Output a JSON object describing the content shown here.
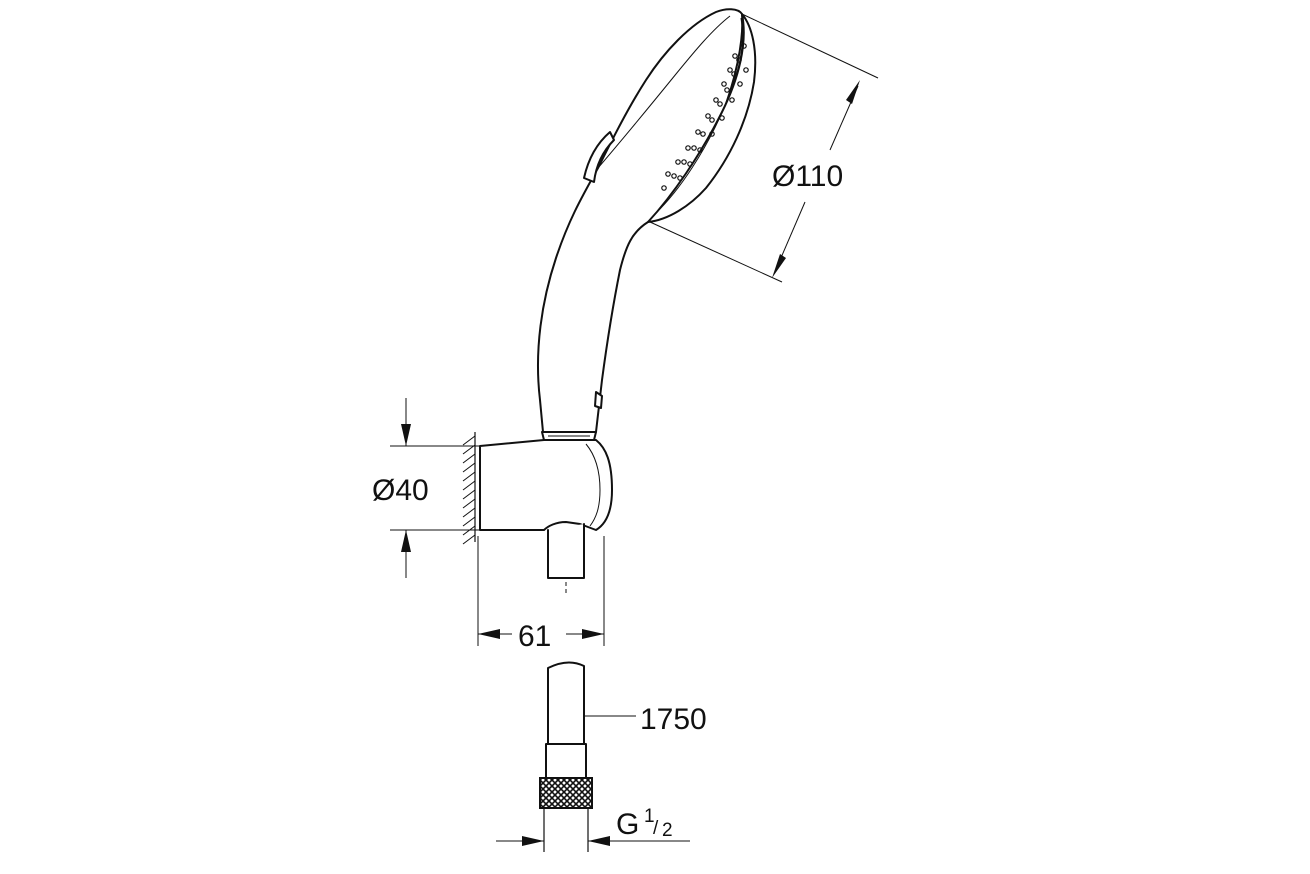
{
  "diagram": {
    "dimensions": {
      "head_diameter": "Ø110",
      "holder_diameter": "Ø40",
      "holder_depth": "61",
      "hose_length": "1750",
      "thread_main": "G",
      "thread_numerator": "1",
      "thread_denominator": "2"
    },
    "colors": {
      "line": "#111111",
      "background": "#ffffff"
    }
  }
}
